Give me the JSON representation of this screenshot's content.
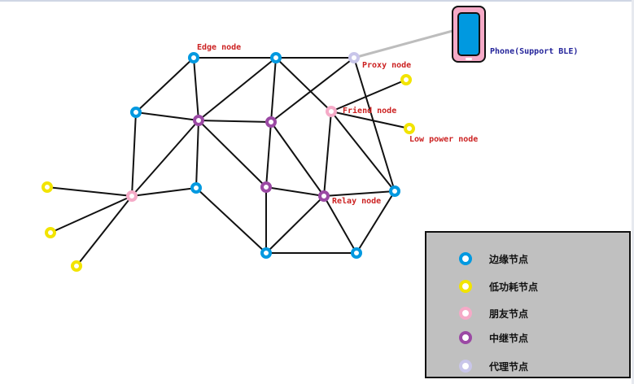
{
  "colors": {
    "edge": "#0099e0",
    "low_power": "#f2e400",
    "friend": "#f5aac7",
    "relay": "#9b49a4",
    "proxy": "#c9c6ea",
    "line": "#111111",
    "ble_link": "#bdbdbd"
  },
  "diagram": {
    "nodes": [
      {
        "id": "e1",
        "type": "edge"
      },
      {
        "id": "e2",
        "type": "edge"
      },
      {
        "id": "e3",
        "type": "edge"
      },
      {
        "id": "e4",
        "type": "edge"
      },
      {
        "id": "e5",
        "type": "edge"
      },
      {
        "id": "e6",
        "type": "edge"
      },
      {
        "id": "e7",
        "type": "edge"
      },
      {
        "id": "p1",
        "type": "proxy"
      },
      {
        "id": "f1",
        "type": "friend"
      },
      {
        "id": "f2",
        "type": "friend"
      },
      {
        "id": "r1",
        "type": "relay"
      },
      {
        "id": "r2",
        "type": "relay"
      },
      {
        "id": "r3",
        "type": "relay"
      },
      {
        "id": "r4",
        "type": "relay"
      },
      {
        "id": "l1",
        "type": "low_power"
      },
      {
        "id": "l2",
        "type": "low_power"
      },
      {
        "id": "l3",
        "type": "low_power"
      },
      {
        "id": "l4",
        "type": "low_power"
      },
      {
        "id": "l5",
        "type": "low_power"
      }
    ],
    "links": [
      [
        "e1",
        "e2"
      ],
      [
        "e2",
        "p1"
      ],
      [
        "e1",
        "e3"
      ],
      [
        "e1",
        "r1"
      ],
      [
        "e3",
        "r1"
      ],
      [
        "e3",
        "f1"
      ],
      [
        "r1",
        "e2"
      ],
      [
        "r1",
        "r2"
      ],
      [
        "r1",
        "e4"
      ],
      [
        "r1",
        "r3"
      ],
      [
        "r1",
        "f1"
      ],
      [
        "e2",
        "r2"
      ],
      [
        "e2",
        "f2"
      ],
      [
        "r2",
        "r3"
      ],
      [
        "r2",
        "r4"
      ],
      [
        "r2",
        "p1"
      ],
      [
        "p1",
        "e5"
      ],
      [
        "f2",
        "e5"
      ],
      [
        "f2",
        "r4"
      ],
      [
        "f2",
        "l4"
      ],
      [
        "f2",
        "l5"
      ],
      [
        "f1",
        "e4"
      ],
      [
        "f1",
        "l1"
      ],
      [
        "f1",
        "l2"
      ],
      [
        "f1",
        "l3"
      ],
      [
        "e4",
        "e6"
      ],
      [
        "r3",
        "e6"
      ],
      [
        "r3",
        "r4"
      ],
      [
        "r4",
        "e6"
      ],
      [
        "r4",
        "e7"
      ],
      [
        "r4",
        "e5"
      ],
      [
        "e6",
        "e7"
      ],
      [
        "e7",
        "e5"
      ]
    ],
    "ble_link": [
      "p1",
      "phone"
    ],
    "labels": {
      "edge": "Edge node",
      "proxy": "Proxy node",
      "friend": "Friend node",
      "low_power": "Low power node",
      "relay": "Relay node",
      "phone": "Phone(Support BLE)"
    }
  },
  "legend": {
    "items": [
      {
        "type": "edge",
        "label": "边缘节点"
      },
      {
        "type": "low_power",
        "label": "低功耗节点"
      },
      {
        "type": "friend",
        "label": "朋友节点"
      },
      {
        "type": "relay",
        "label": "中继节点"
      },
      {
        "type": "proxy",
        "label": "代理节点"
      }
    ]
  }
}
